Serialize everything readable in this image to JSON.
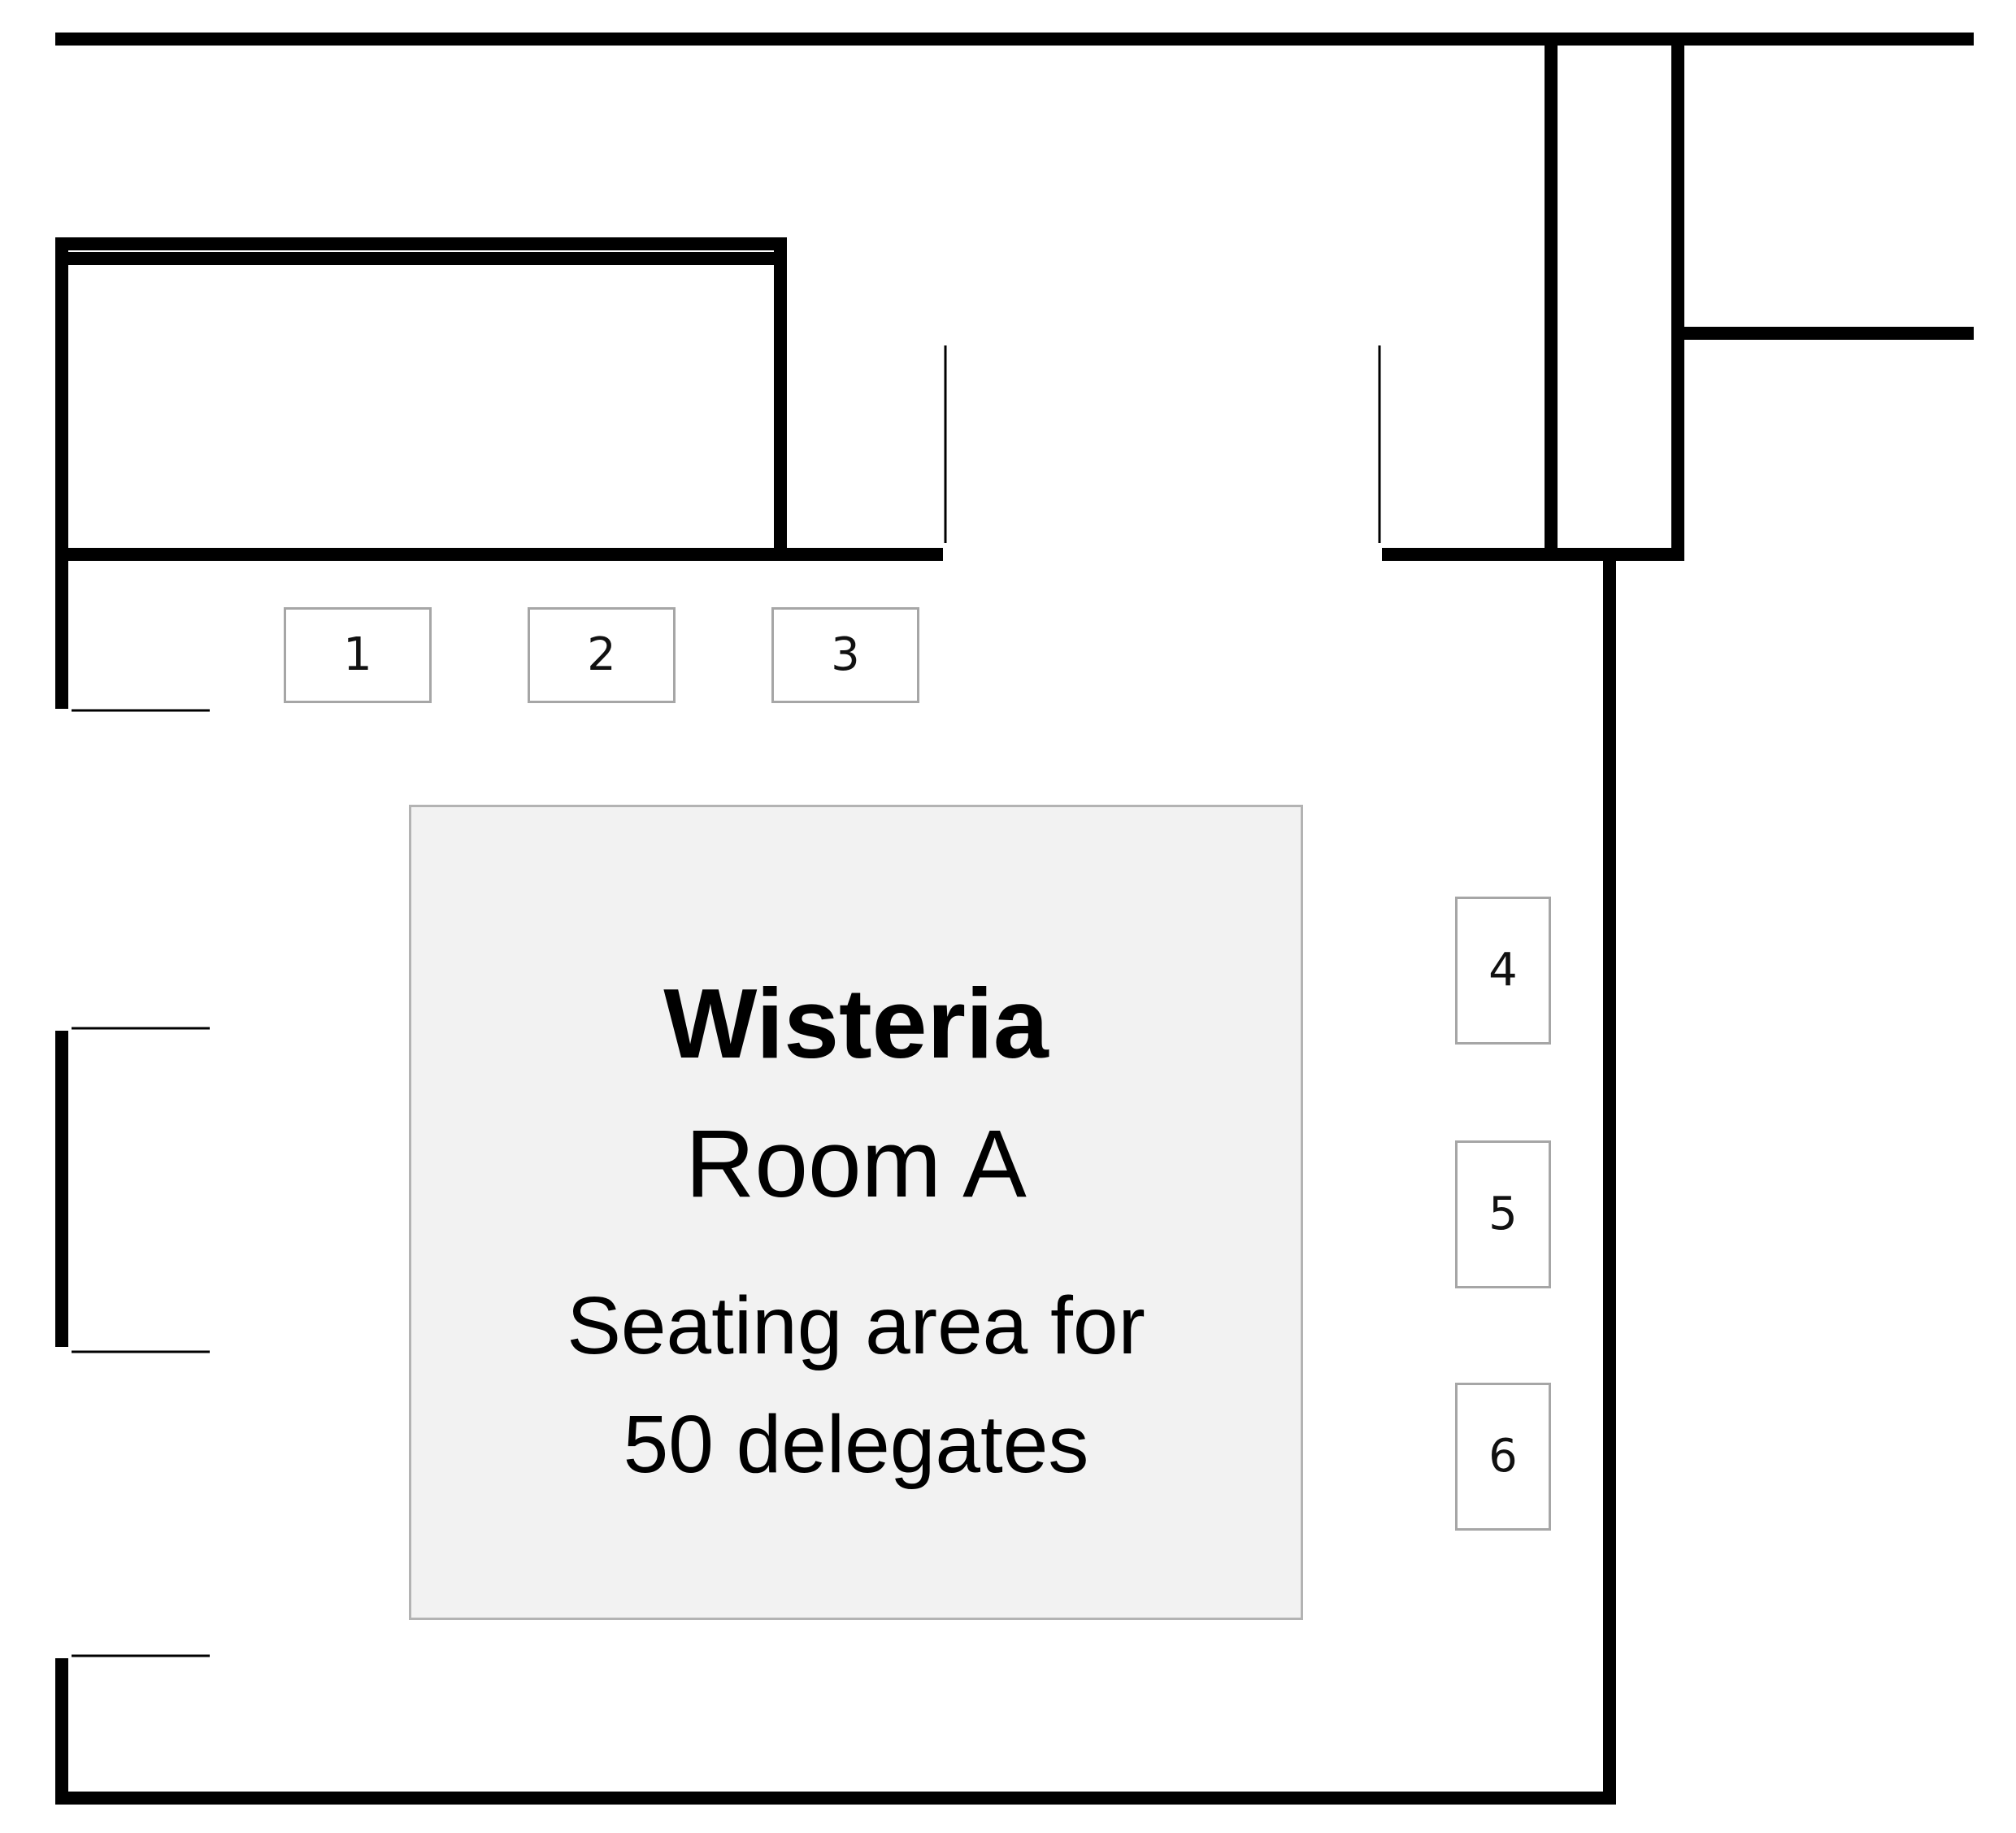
{
  "room": {
    "name": "Wisteria",
    "subtitle": "Room A",
    "capacity_line1": "Seating area for",
    "capacity_line2": "50 delegates"
  },
  "tables": [
    {
      "label": "1"
    },
    {
      "label": "2"
    },
    {
      "label": "3"
    },
    {
      "label": "4"
    },
    {
      "label": "5"
    },
    {
      "label": "6"
    }
  ],
  "colors": {
    "walls": "#000000",
    "room_fill": "#f2f2f2",
    "room_border": "#b3b3b3",
    "table_border": "#a6a6a6"
  }
}
